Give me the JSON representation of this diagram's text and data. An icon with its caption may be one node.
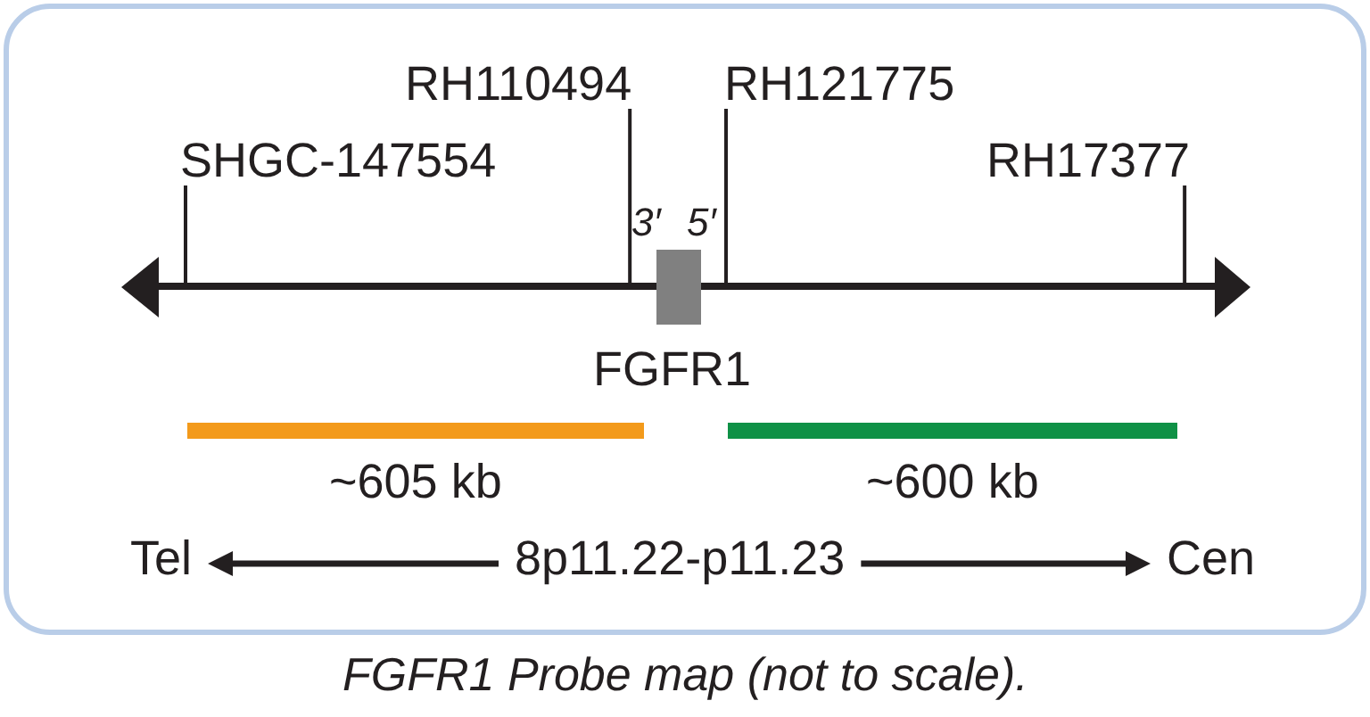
{
  "diagram": {
    "caption": "FGFR1 Probe map (not to scale).",
    "nodes": [
      {
        "text": [],
        "shape": "box"
      },
      {
        "text": [
          "RH110494"
        ],
        "in": 0
      },
      {
        "text": [
          "RH121775"
        ],
        "in": 0
      },
      {
        "text": [
          "SHGC-147554"
        ],
        "in": 0
      },
      {
        "text": [
          "RH17377"
        ],
        "in": 0
      },
      {
        "text": [
          "FGFR1"
        ],
        "beside": [
          "3′",
          "5′"
        ],
        "in": 0
      },
      {
        "text": [
          "~605 kb"
        ],
        "in": 0
      },
      {
        "text": [
          "~600 kb"
        ],
        "in": 0
      },
      {
        "text": [
          "Tel"
        ],
        "in": 0
      },
      {
        "text": [
          "8p11.22-p11.23"
        ],
        "in": 0
      },
      {
        "text": [
          "Cen"
        ],
        "in": 0
      }
    ],
    "edges": [
      {
        "from": 1,
        "to": null,
        "arrow": "none"
      },
      {
        "from": 2,
        "to": null,
        "arrow": "none"
      },
      {
        "from": 3,
        "to": null,
        "arrow": "none"
      },
      {
        "from": 4,
        "to": null,
        "arrow": "none"
      },
      {
        "from": 9,
        "to": 8,
        "arrow": "to"
      },
      {
        "from": 9,
        "to": 10,
        "arrow": "to"
      }
    ]
  }
}
